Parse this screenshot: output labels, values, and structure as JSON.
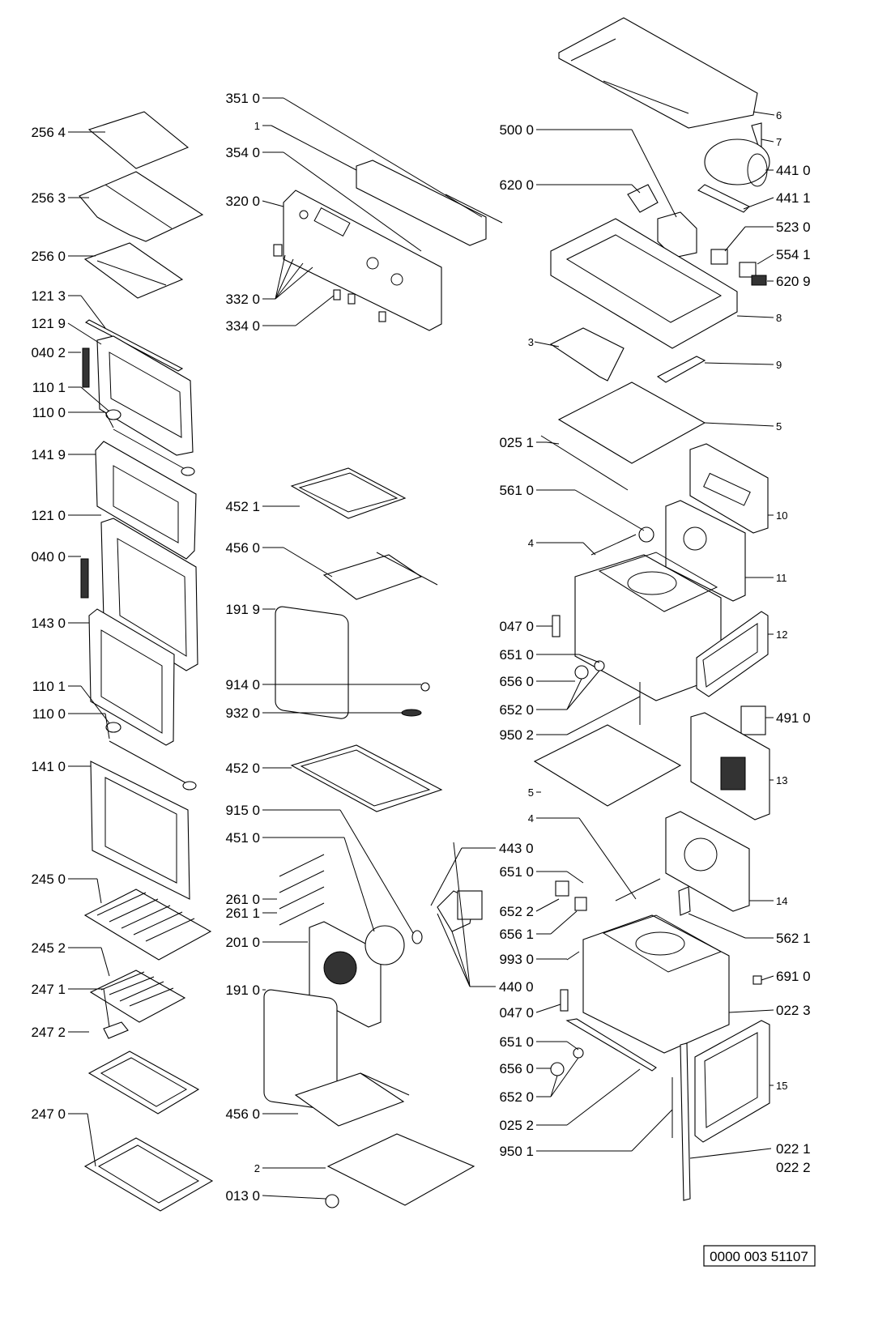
{
  "labels": {
    "l2564": "256 4",
    "l2563": "256 3",
    "l2560": "256 0",
    "l1213": "121 3",
    "l1219": "121 9",
    "l0402": "040 2",
    "l1101a": "110 1",
    "l1100a": "110 0",
    "l1419": "141 9",
    "l1210": "121 0",
    "l0400": "040 0",
    "l1430": "143 0",
    "l1101b": "110 1",
    "l1100b": "110 0",
    "l1410": "141 0",
    "l2450": "245 0",
    "l2452": "245 2",
    "l2471": "247 1",
    "l2472": "247 2",
    "l2470": "247 0",
    "l3510": "351 0",
    "l1": "1",
    "l3540": "354 0",
    "l3200": "320 0",
    "l3320": "332 0",
    "l3340": "334 0",
    "l4521": "452 1",
    "l4560a": "456 0",
    "l1919": "191 9",
    "l9140": "914 0",
    "l9320": "932 0",
    "l4520": "452 0",
    "l9150": "915 0",
    "l4510": "451 0",
    "l2610": "261 0",
    "l2611": "261 1",
    "l2010": "201 0",
    "l1910": "191 0",
    "l4560b": "456 0",
    "l2": "2",
    "l0130": "013 0",
    "l5000": "500 0",
    "l6200": "620 0",
    "l6": "6",
    "l7": "7",
    "l4410": "441 0",
    "l4411": "441 1",
    "l5230": "523 0",
    "l5541": "554 1",
    "l6209": "620 9",
    "l8": "8",
    "l3": "3",
    "l9": "9",
    "l0251": "025 1",
    "l5": "5",
    "l5610": "561 0",
    "l10": "10",
    "l4a": "4",
    "l11": "11",
    "l0470a": "047 0",
    "l6510a": "651 0",
    "l6560a": "656 0",
    "l6520a": "652 0",
    "l12": "12",
    "l4910": "491 0",
    "l9502": "950 2",
    "l5b": "5",
    "l13": "13",
    "l4b": "4",
    "l4430": "443 0",
    "l6510b": "651 0",
    "l6522": "652 2",
    "l6561": "656 1",
    "l14": "14",
    "l5621": "562 1",
    "l9930": "993 0",
    "l4400": "440 0",
    "l6910": "691 0",
    "l0470b": "047 0",
    "l0223": "022 3",
    "l6510c": "651 0",
    "l6560b": "656 0",
    "l6520b": "652 0",
    "l15": "15",
    "l0252": "025 2",
    "l9501": "950 1",
    "l0221": "022 1",
    "l0222": "022 2"
  },
  "drawing_number": "0000 003 51107"
}
